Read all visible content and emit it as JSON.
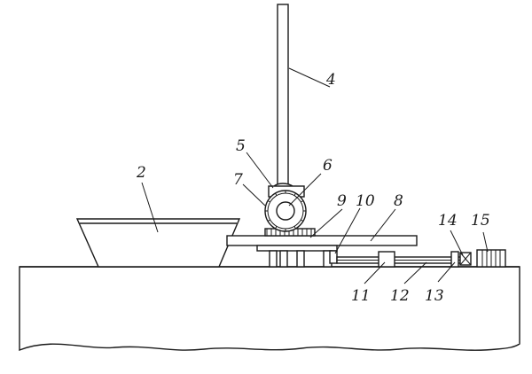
{
  "diagram": {
    "labels": {
      "l2": "2",
      "l4": "4",
      "l5": "5",
      "l6": "6",
      "l7": "7",
      "l8": "8",
      "l9": "9",
      "l10": "10",
      "l11": "11",
      "l12": "12",
      "l13": "13",
      "l14": "14",
      "l15": "15"
    }
  }
}
